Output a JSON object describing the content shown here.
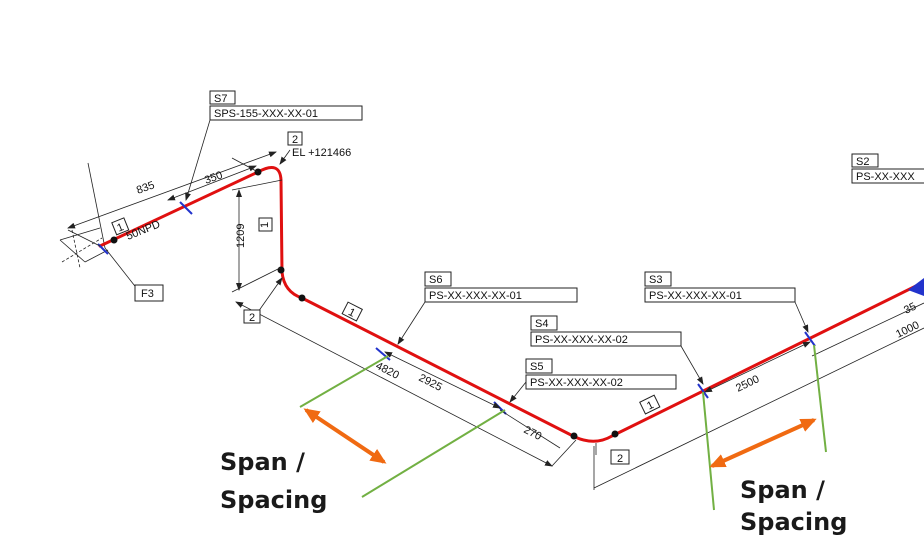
{
  "flange_label": "F3",
  "pipe_size": "50NPD",
  "elevation": "EL +121466",
  "dimensions": {
    "d835": "835",
    "d350": "350",
    "d1209": "1209",
    "d2925": "2925",
    "d4820": "4820",
    "d270": "270",
    "d2500": "2500",
    "d35": "35",
    "d1000": "1000"
  },
  "segment_tags": [
    "1",
    "1",
    "1",
    "1"
  ],
  "node_tags": [
    "2",
    "2",
    "2"
  ],
  "supports": [
    {
      "id": "S7",
      "code": "SPS-155-XXX-XX-01"
    },
    {
      "id": "S2",
      "code": "PS-XX-XXX"
    },
    {
      "id": "S6",
      "code": "PS-XX-XXX-XX-01"
    },
    {
      "id": "S3",
      "code": "PS-XX-XXX-XX-01"
    },
    {
      "id": "S4",
      "code": "PS-XX-XXX-XX-02"
    },
    {
      "id": "S5",
      "code": "PS-XX-XXX-XX-02"
    }
  ],
  "annotations": {
    "left": {
      "line1": "Span /",
      "line2": "Spacing"
    },
    "right": {
      "line1": "Span /",
      "line2": "Spacing"
    }
  },
  "colors": {
    "pipe": "#e01010",
    "span_lines": "#72b043",
    "arrows": "#f06a12",
    "supports": "#2233cc"
  }
}
